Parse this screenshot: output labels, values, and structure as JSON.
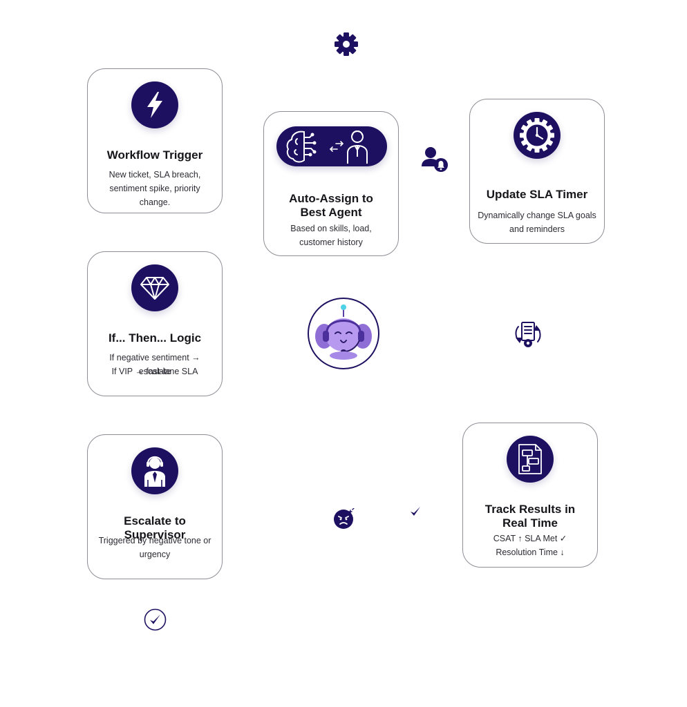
{
  "accent_color": "#1e1060",
  "cards": [
    {
      "id": "workflow-trigger",
      "icon": "lightning-icon",
      "title": "Workflow Trigger",
      "desc_lines": [
        "New ticket, SLA breach,",
        "sentiment spike, priority change."
      ]
    },
    {
      "id": "auto-assign",
      "icon": "brain-to-agent-icon",
      "title_lines": [
        "Auto-Assign to",
        "Best Agent"
      ],
      "desc_lines": [
        "Based on skills, load,",
        "customer history"
      ]
    },
    {
      "id": "update-sla-timer",
      "icon": "gear-clock-icon",
      "title": "Update SLA Timer",
      "desc_lines": [
        "Dynamically change SLA goals",
        "and reminders"
      ]
    },
    {
      "id": "if-then-logic",
      "icon": "diamond-icon",
      "title": "If... Then... Logic",
      "desc_lines": [
        "If negative sentiment → escalate",
        "If VIP → fast-lane SLA"
      ]
    },
    {
      "id": "escalate-supervisor",
      "icon": "supervisor-icon",
      "title": "Escalate to Supervisor",
      "desc_lines": [
        "Triggered by negative tone or",
        "urgency"
      ]
    },
    {
      "id": "track-results",
      "icon": "report-icon",
      "title_lines": [
        "Track Results in",
        "Real Time"
      ],
      "desc_lines": [
        "CSAT ↑  SLA Met ✓",
        "Resolution Time ↓"
      ]
    }
  ],
  "floating_icons": [
    "gear-icon",
    "agent-bell-icon",
    "mascot-icon",
    "document-cycle-icon",
    "angry-face-icon",
    "checkmark-icon",
    "check-circle-icon"
  ]
}
